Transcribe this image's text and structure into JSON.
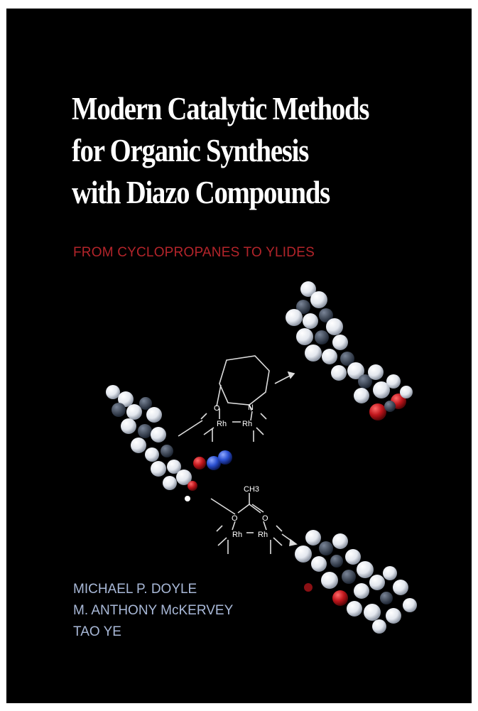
{
  "title_lines": [
    "Modern Catalytic Methods",
    "for Organic Synthesis",
    "with Diazo Compounds"
  ],
  "subtitle": "FROM CYCLOPROPANES TO YLIDES",
  "authors": [
    "MICHAEL P. DOYLE",
    "M. ANTHONY McKERVEY",
    "TAO YE"
  ],
  "structure_labels": {
    "oxygen": "O",
    "nitrogen": "N",
    "rhodium": "Rh",
    "methyl": "CH3"
  },
  "colors": {
    "background": "#000000",
    "title": "#ffffff",
    "subtitle": "#b3242a",
    "authors": "#a9b9d8",
    "atom_carbon": "#d8dde6",
    "atom_oxygen": "#c0161c",
    "atom_nitrogen": "#2a4fd0"
  }
}
